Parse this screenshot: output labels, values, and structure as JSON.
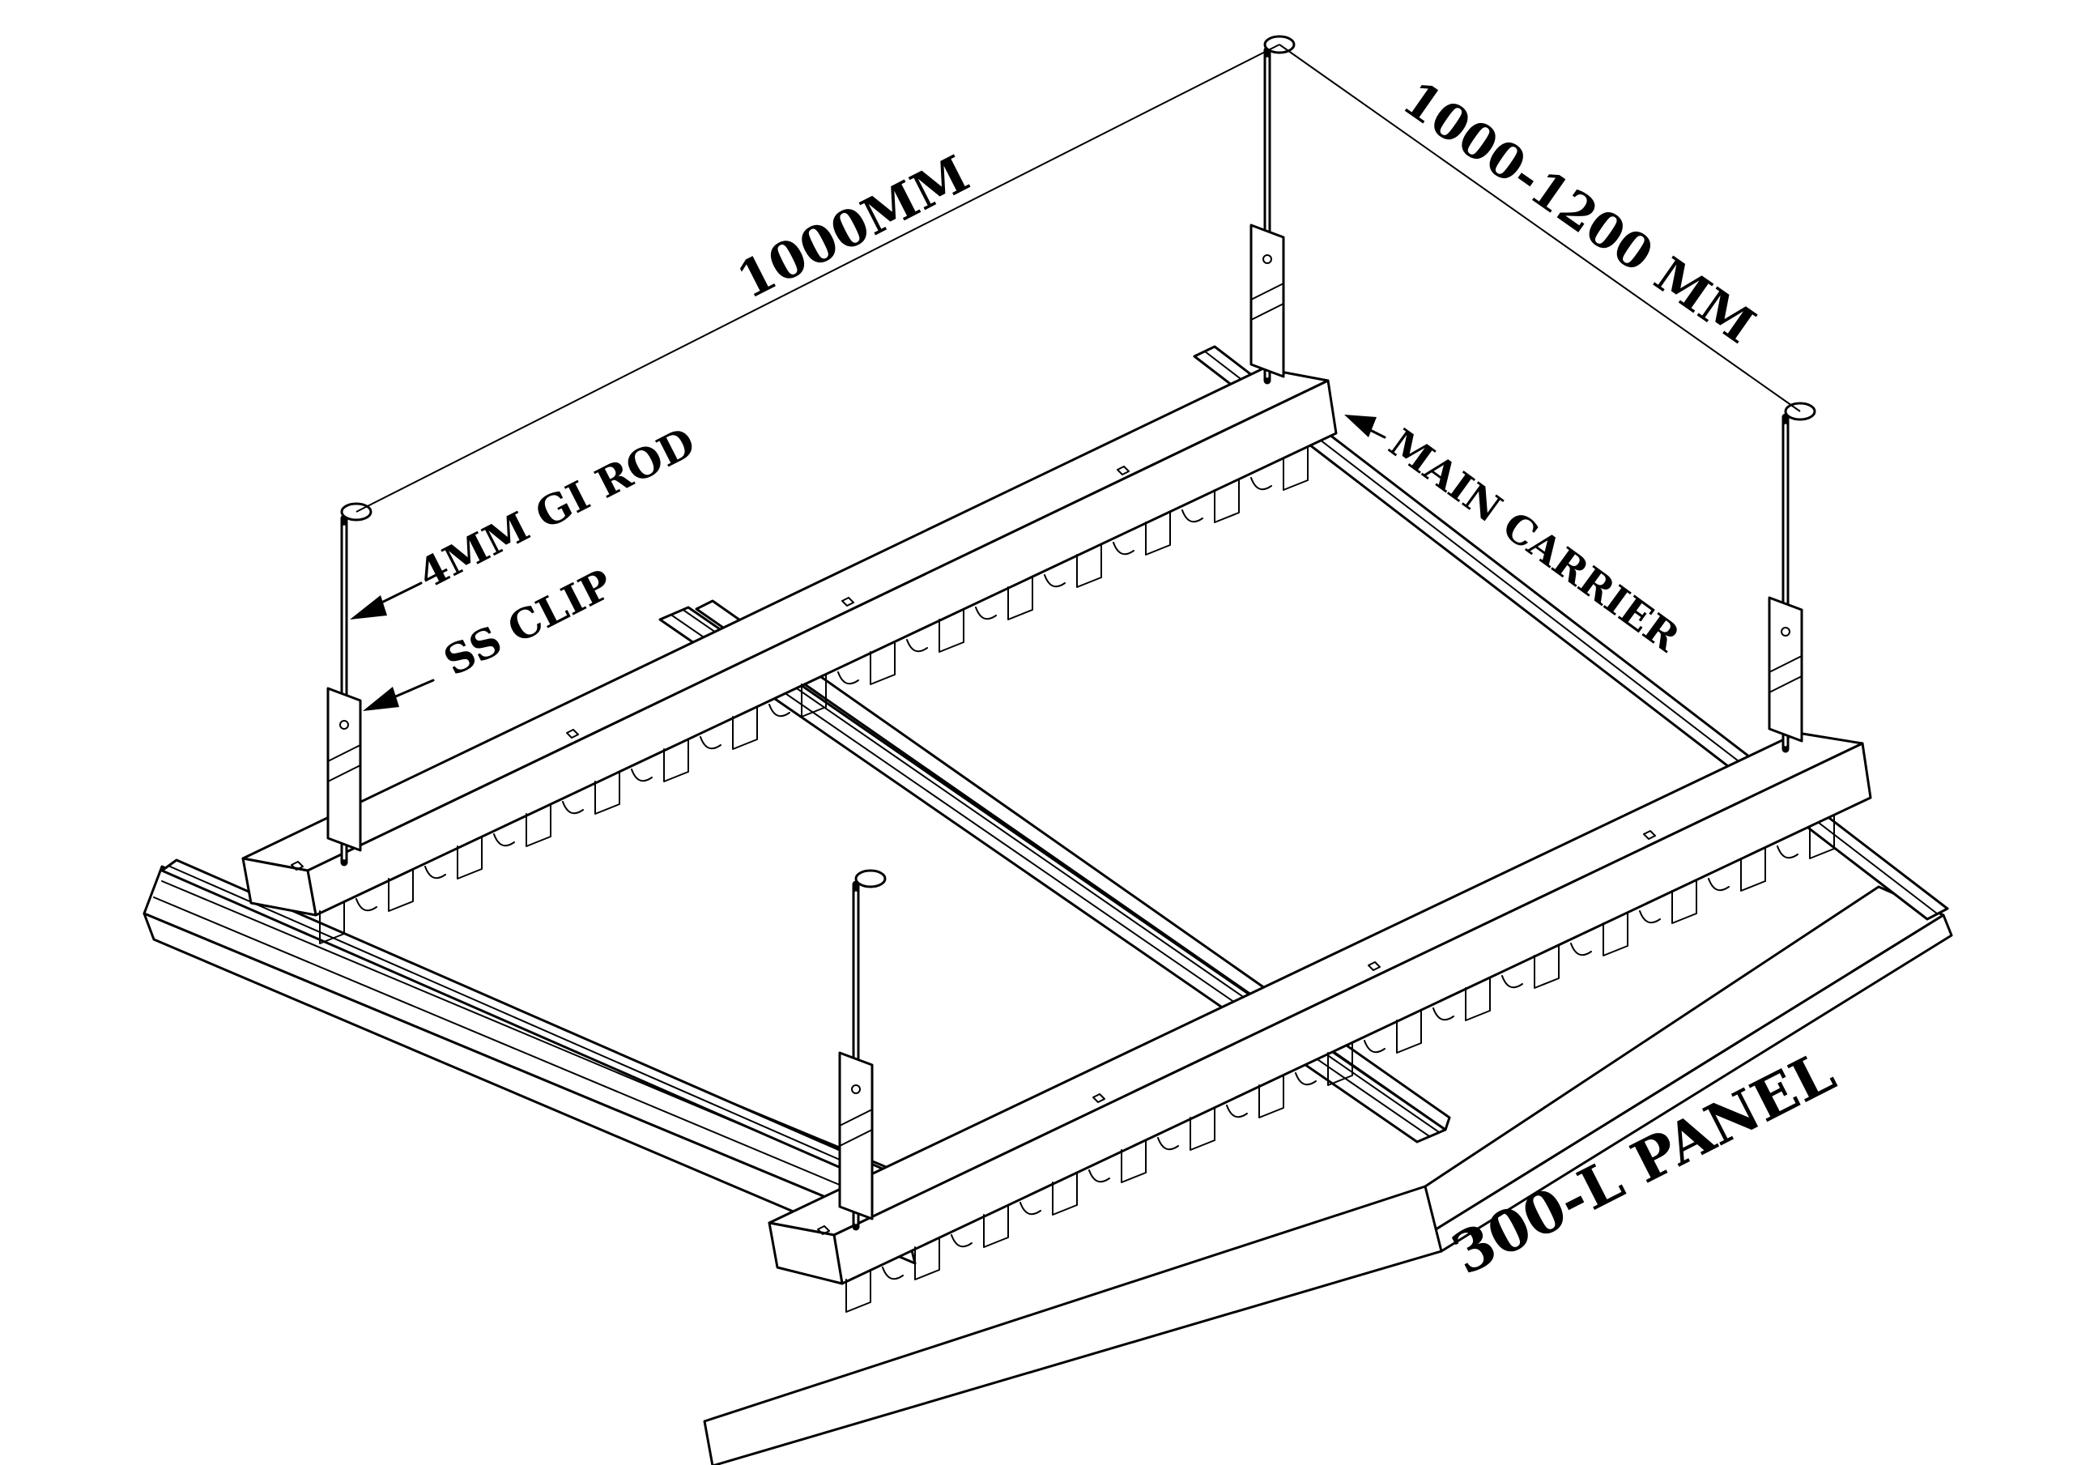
{
  "labels": {
    "dim_length": "1000MM",
    "dim_width": "1000-1200 MM",
    "rod": "4MM GI ROD",
    "clip": "SS CLIP",
    "main_carrier": "MAIN CARRIER",
    "panel": "300-L PANEL"
  },
  "colors": {
    "line": "#000000",
    "background": "#ffffff"
  }
}
